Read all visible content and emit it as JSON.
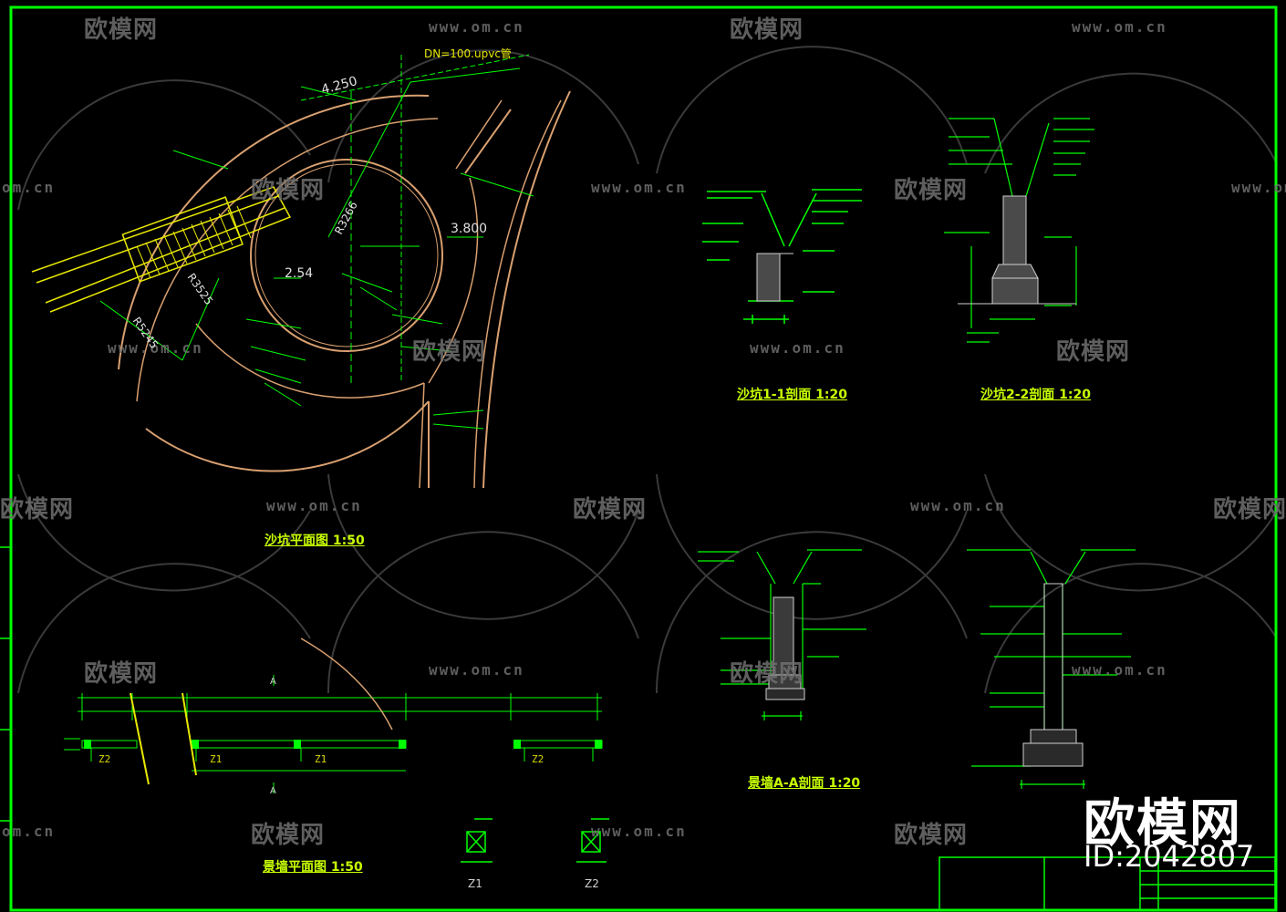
{
  "drawing": {
    "titles": {
      "sandpit_plan": "沙坑平面图 1:50",
      "sandpit_section_1": "沙坑1-1剖面 1:20",
      "sandpit_section_2": "沙坑2-2剖面 1:20",
      "wall_plan": "景墙平面图 1:50",
      "wall_section": "景墙A-A剖面 1:20"
    },
    "labels": {
      "pipe": "DN=100.upvc管",
      "elev_1": "4.250",
      "elev_2": "3.800",
      "elev_3": "2.54",
      "radius_1": "R3266",
      "radius_2": "R5245",
      "radius_3": "R3525",
      "column_z1": "Z1",
      "column_z2": "Z2",
      "section_a": "A"
    }
  },
  "watermarks": {
    "brand": "欧模网",
    "url": "www.om.cn",
    "url_short": "om.cn"
  },
  "branding": {
    "name": "欧模网",
    "id": "ID:2042807"
  },
  "colors": {
    "border": "#00ff00",
    "line_green": "#00ff00",
    "line_yellow": "#e8e800",
    "line_orange": "#d9a070",
    "dim_grey": "#9a9a9a"
  }
}
